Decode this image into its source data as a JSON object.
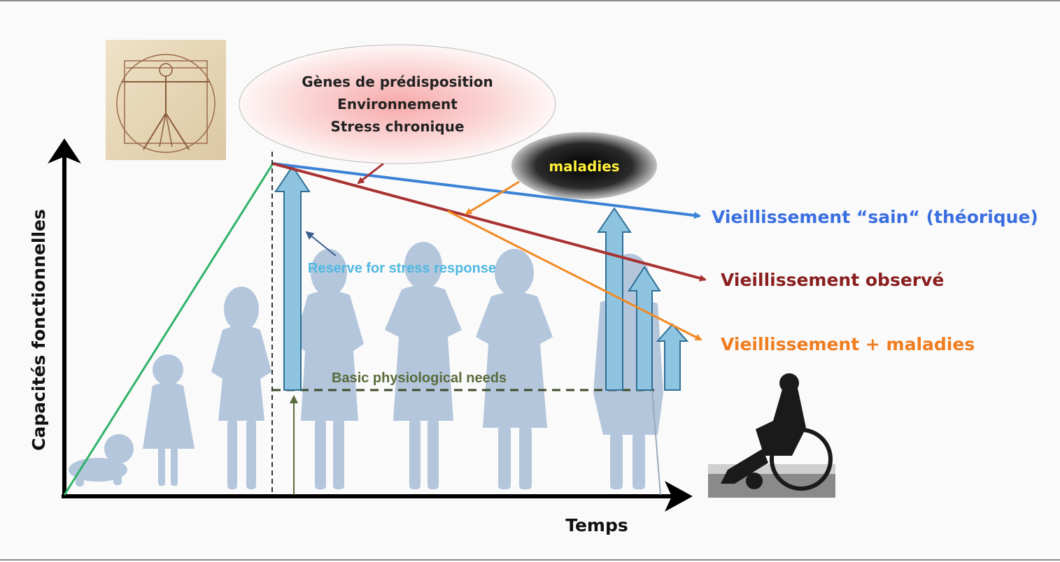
{
  "top_ellipse": {
    "lines": [
      "Gènes de prédisposition",
      "Environnement",
      "Stress chronique"
    ]
  },
  "dark_bubble": {
    "label": "maladies"
  },
  "curves": {
    "healthy": {
      "label": "Vieillissement “sain“ (théorique)",
      "color": "#3b82d6"
    },
    "observed": {
      "label": "Vieillissement observé",
      "color": "#a83232"
    },
    "disease": {
      "label": "Vieillissement + maladies",
      "color": "#f08a24"
    }
  },
  "growth_line_color": "#2fb368",
  "reserve_label": "Reserve for stress response",
  "basic_needs_label": "Basic physiological needs",
  "axes": {
    "y_label": "Capacités fonctionnelles",
    "x_label": "Temps"
  },
  "colors": {
    "reserve_arrow": "#8ec4e0",
    "reserve_arrow_stroke": "#2f6f96",
    "silhouette": "#b3c6dc",
    "basic_needs": "#5a6b3a",
    "bubble_text": "#ffef3a"
  }
}
